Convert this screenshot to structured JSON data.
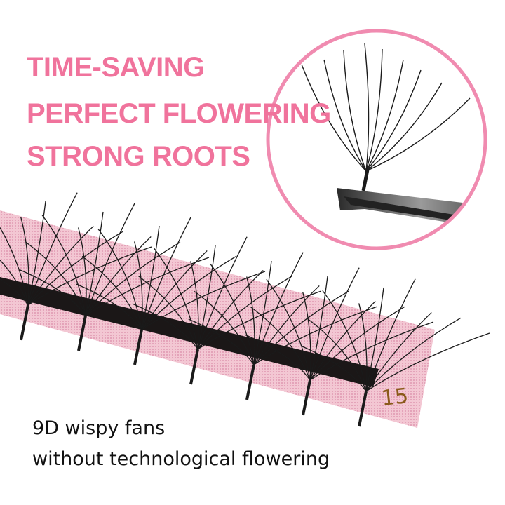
{
  "features": {
    "line1": "TIME-SAVING",
    "line2": "PERFECT FLOWERING",
    "line3": "STRONG ROOTS"
  },
  "product": {
    "length_label": "15"
  },
  "caption": {
    "line1": "9D wispy fans",
    "line2": "without technological flowering"
  },
  "colors": {
    "accent": "#f0739c",
    "strip": "#f3c7d3",
    "fan": "#1a1a1a"
  },
  "fan_count_per_cluster": 9
}
